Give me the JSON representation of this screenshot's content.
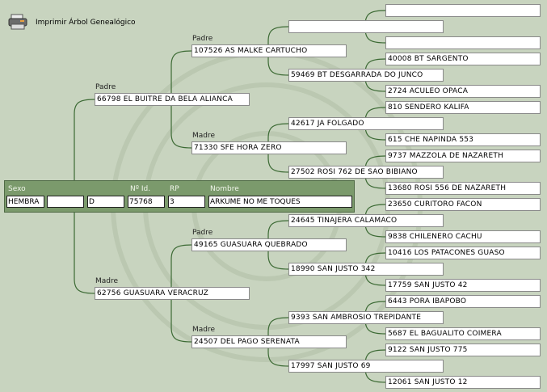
{
  "toolbar": {
    "print_label": "Imprimir Árbol Genealógico",
    "print_icon": "printer-icon"
  },
  "subject": {
    "labels": {
      "sexo": "Sexo",
      "id": "Nº Id.",
      "rp": "RP",
      "nombre": "Nombre"
    },
    "sexo": "HEMBRA",
    "field2": "",
    "field3": "D",
    "id": "75768",
    "rp": "3",
    "nombre": "ARKUME NO ME TOQUES"
  },
  "relation_labels": {
    "padre": "Padre",
    "madre": "Madre"
  },
  "tree": {
    "gen1": [
      "66798 EL BUITRE DA BELA ALIANCA",
      "62756 GUASUARA VERACRUZ"
    ],
    "gen2": [
      "107526 AS MALKE CARTUCHO",
      "71330 SFE HORA ZERO",
      "49165 GUASUARA QUEBRADO",
      "24507 DEL PAGO SERENATA"
    ],
    "gen3": [
      "",
      "59469 BT DESGARRADA DO JUNCO",
      "42617 JA FOLGADO",
      "27502 ROSI 762 DE SAO BIBIANO",
      "24645 TINAJERA CALAMACO",
      "18990 SAN JUSTO 342",
      "9393 SAN AMBROSIO TREPIDANTE",
      "17997 SAN JUSTO 69"
    ],
    "gen4": [
      "",
      "",
      "40008 BT SARGENTO",
      "2724 ACULEO OPACA",
      "810 SENDERO KALIFA",
      "615 CHE NAPINDA 553",
      "9737 MAZZOLA DE NAZARETH",
      "13680 ROSI 556 DE NAZARETH",
      "23650 CURITORO FACON",
      "9838 CHILENERO CACHU",
      "10416 LOS PATACONES GUASO",
      "17759 SAN JUSTO 42",
      "6443 PORA IBAPOBO",
      "5687 EL BAGUALITO COIMERA",
      "9122 SAN JUSTO 775",
      "12061 SAN JUSTO 12"
    ]
  },
  "colors": {
    "background": "#c8d4bf",
    "panel": "#7b9a6c",
    "line": "#3c6a34"
  }
}
